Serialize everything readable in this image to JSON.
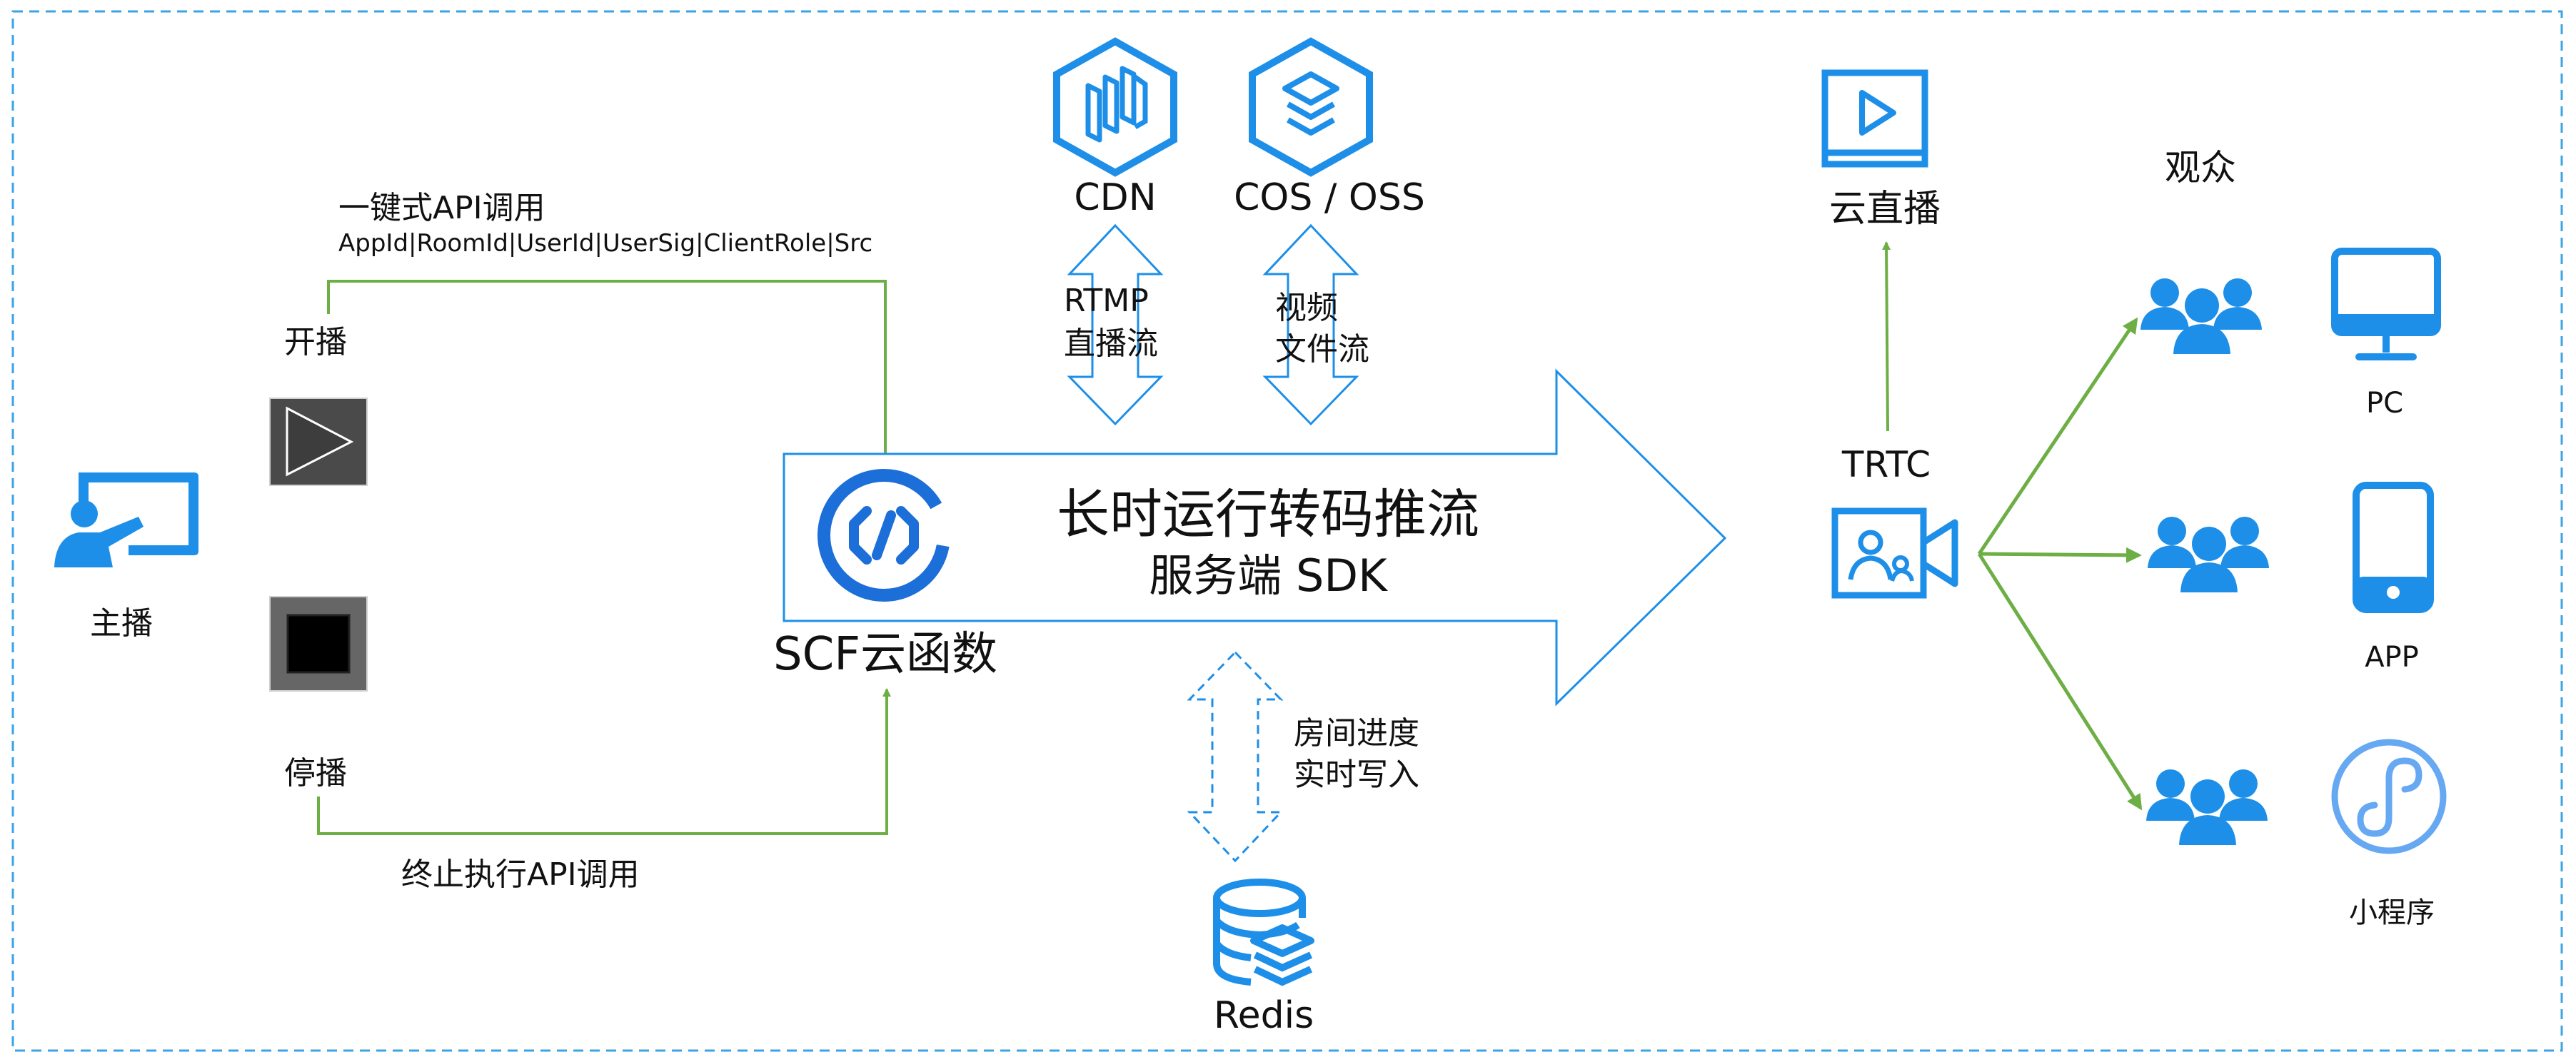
{
  "colors": {
    "blue": "#1E8FE8",
    "green": "#6DAE45",
    "dark_blue": "#1C6ED8",
    "light_blue": "#66A8F2",
    "border": "#3BA3E6",
    "text": "#111111"
  },
  "anchor": {
    "label": "主播",
    "icon": "presenter-icon"
  },
  "start": {
    "label": "开播",
    "api_title": "一键式API调用",
    "api_params": "AppId|RoomId|UserId|UserSig|ClientRole|Src",
    "icon": "play-icon"
  },
  "stop": {
    "label": "停播",
    "api_title": "终止执行API调用",
    "icon": "stop-icon"
  },
  "scf": {
    "label": "SCF云函数",
    "icon": "cloud-function-icon"
  },
  "sdk": {
    "line1": "长时运行转码推流",
    "line2": "服务端 SDK"
  },
  "cdn": {
    "label": "CDN",
    "flow": [
      "RTMP",
      "直播流"
    ],
    "icon": "cdn-icon"
  },
  "cos": {
    "label": "COS / OSS",
    "flow": [
      "视频",
      "文件流"
    ],
    "icon": "storage-layers-icon"
  },
  "redis": {
    "label": "Redis",
    "flow": [
      "房间进度",
      "实时写入"
    ],
    "icon": "database-icon"
  },
  "live": {
    "label": "云直播",
    "icon": "live-video-icon"
  },
  "trtc": {
    "label": "TRTC",
    "icon": "video-camera-icon"
  },
  "audience": {
    "title": "观众",
    "clients": [
      {
        "label": "PC",
        "icon": "monitor-icon"
      },
      {
        "label": "APP",
        "icon": "smartphone-icon"
      },
      {
        "label": "小程序",
        "icon": "mini-program-icon"
      }
    ]
  }
}
